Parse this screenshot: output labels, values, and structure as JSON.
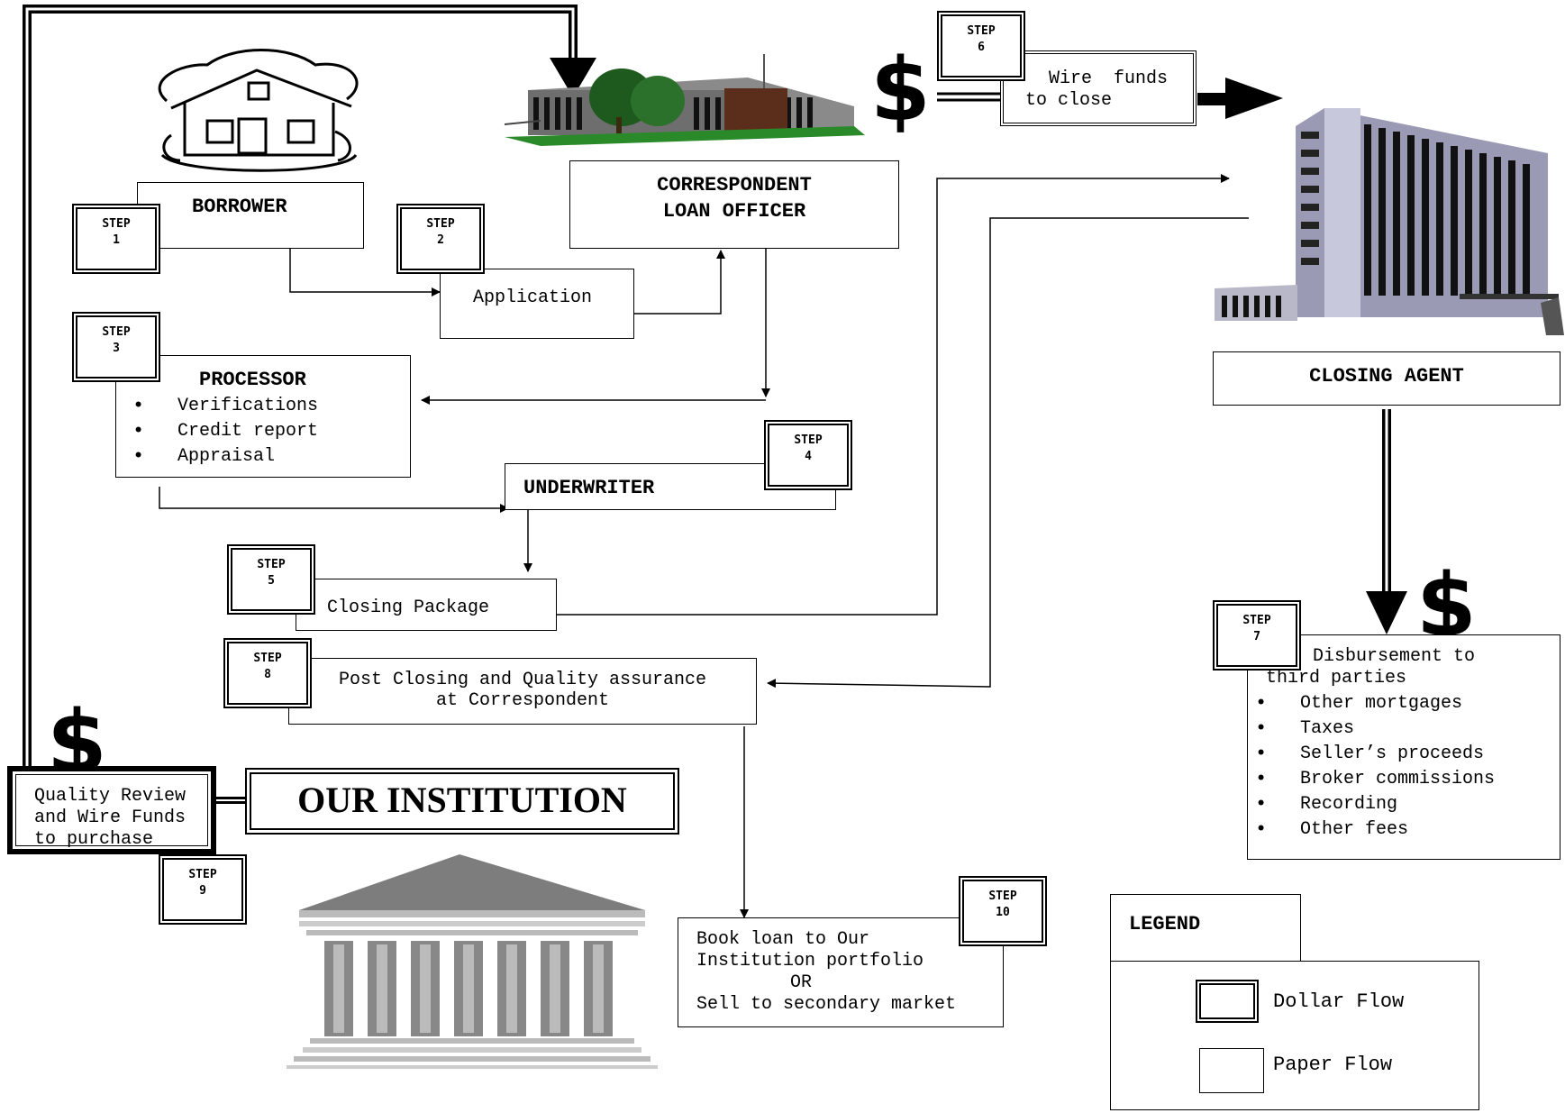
{
  "steps": {
    "s1": {
      "label": "STEP",
      "num": "1"
    },
    "s2": {
      "label": "STEP",
      "num": "2"
    },
    "s3": {
      "label": "STEP",
      "num": "3"
    },
    "s4": {
      "label": "STEP",
      "num": "4"
    },
    "s5": {
      "label": "STEP",
      "num": "5"
    },
    "s6": {
      "label": "STEP",
      "num": "6"
    },
    "s7": {
      "label": "STEP",
      "num": "7"
    },
    "s8": {
      "label": "STEP",
      "num": "8"
    },
    "s9": {
      "label": "STEP",
      "num": "9"
    },
    "s10": {
      "label": "STEP",
      "num": "10"
    }
  },
  "nodes": {
    "borrower": "BORROWER",
    "application": "Application",
    "loan_officer_1": "CORRESPONDENT",
    "loan_officer_2": "LOAN OFFICER",
    "processor": {
      "title": "PROCESSOR",
      "items": [
        "Verifications",
        "Credit report",
        "Appraisal"
      ]
    },
    "underwriter": "UNDERWRITER",
    "closing_package": "Closing Package",
    "post_closing_1": "Post Closing and Quality assurance",
    "post_closing_2": "at Correspondent",
    "wire_funds_1": "Wire  funds",
    "wire_funds_2": "to close",
    "closing_agent": "CLOSING AGENT",
    "disbursement": {
      "title_1": "Disbursement to",
      "title_2": "third parties",
      "items": [
        "Other mortgages",
        "Taxes",
        "Seller’s proceeds",
        "Broker commissions",
        "Recording",
        "Other fees"
      ]
    },
    "quality_review_1": "Quality Review",
    "quality_review_2": "and Wire Funds",
    "quality_review_3": "to purchase",
    "our_institution": "OUR INSTITUTION",
    "book_loan_1": "Book loan to Our",
    "book_loan_2": "Institution portfolio",
    "book_loan_3": "OR",
    "book_loan_4": "Sell to secondary market"
  },
  "dollar_sign": "$",
  "legend": {
    "title": "LEGEND",
    "dollar_flow": "Dollar Flow",
    "paper_flow": "Paper Flow"
  },
  "illustrations": [
    "house-icon",
    "office-building-icon",
    "skyscraper-icon",
    "bank-icon"
  ]
}
